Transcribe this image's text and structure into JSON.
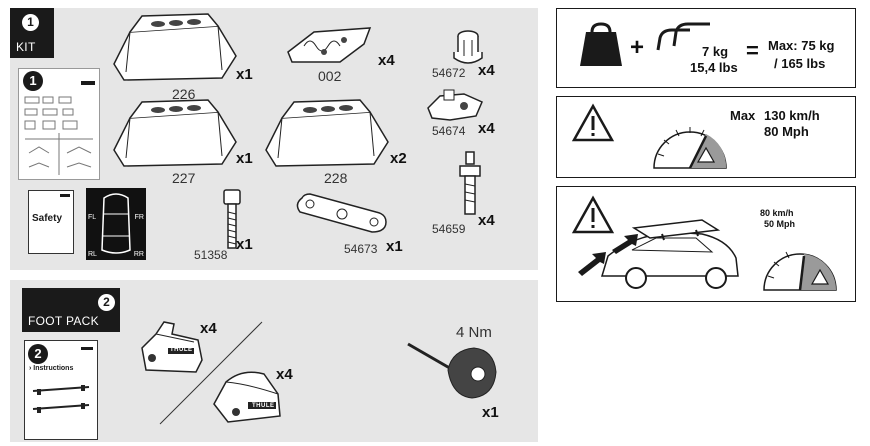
{
  "kit": {
    "tag_label": "KIT",
    "tag_number": "1",
    "booklet_number": "1",
    "safety_label": "Safety",
    "car_labels": {
      "fl": "FL",
      "fr": "FR",
      "rl": "RL",
      "rr": "RR"
    },
    "parts": [
      {
        "code": "226",
        "qty": "x1"
      },
      {
        "code": "002",
        "qty": "x4"
      },
      {
        "code": "54672",
        "qty": "x4"
      },
      {
        "code": "227",
        "qty": "x1"
      },
      {
        "code": "228",
        "qty": "x2"
      },
      {
        "code": "54674",
        "qty": "x4"
      },
      {
        "code": "51358",
        "qty": "x1"
      },
      {
        "code": "54673",
        "qty": "x1"
      },
      {
        "code": "54659",
        "qty": "x4"
      }
    ]
  },
  "foot_pack": {
    "tag_label": "FOOT PACK",
    "tag_number": "2",
    "booklet_number": "2",
    "booklet_title": "› Instructions",
    "foot_a_qty": "x4",
    "foot_b_qty": "x4",
    "torque_label": "4 Nm",
    "tool_qty": "x1",
    "brand_mark": "THULE"
  },
  "warnings": {
    "weight": {
      "roof_rack_weight_kg": "7 kg",
      "roof_rack_weight_lbs": "15,4 lbs",
      "equals": "=",
      "plus": "+",
      "max_kg": "Max: 75 kg",
      "max_lbs": "/ 165 lbs"
    },
    "speed": {
      "max_label": "Max",
      "speed_kmh": "130 km/h",
      "speed_mph": "80 Mph"
    },
    "load_speed": {
      "speed_kmh": "80 km/h",
      "speed_mph": "50 Mph"
    }
  },
  "colors": {
    "panel": "#e6e6e6",
    "ink": "#1a1a1a",
    "warn_grey": "#9a9a9a"
  }
}
